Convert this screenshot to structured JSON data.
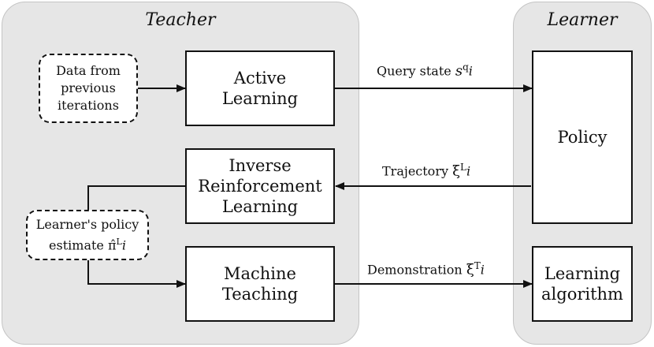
{
  "teacher": {
    "title": "Teacher"
  },
  "learner": {
    "title": "Learner"
  },
  "boxes": {
    "active_learning": [
      "Active",
      "Learning"
    ],
    "irl": [
      "Inverse",
      "Reinforcement",
      "Learning"
    ],
    "machine_teaching": [
      "Machine",
      "Teaching"
    ],
    "policy": [
      "Policy"
    ],
    "learning_algorithm": [
      "Learning",
      "algorithm"
    ]
  },
  "inputs": {
    "prev_data": [
      "Data from",
      "previous",
      "iterations"
    ],
    "policy_estimate": {
      "line1": "Learner's policy",
      "text": "estimate",
      "symbol": "π̂",
      "sup": "L",
      "sub": "i"
    }
  },
  "edges": {
    "query": {
      "text": "Query state",
      "symbol": "s",
      "sup": "q",
      "sub": "i"
    },
    "trajectory": {
      "text": "Trajectory",
      "symbol": "ξ",
      "sup": "L",
      "sub": "i"
    },
    "demonstration": {
      "text": "Demonstration",
      "symbol": "ξ",
      "sup": "T",
      "sub": "i"
    }
  }
}
